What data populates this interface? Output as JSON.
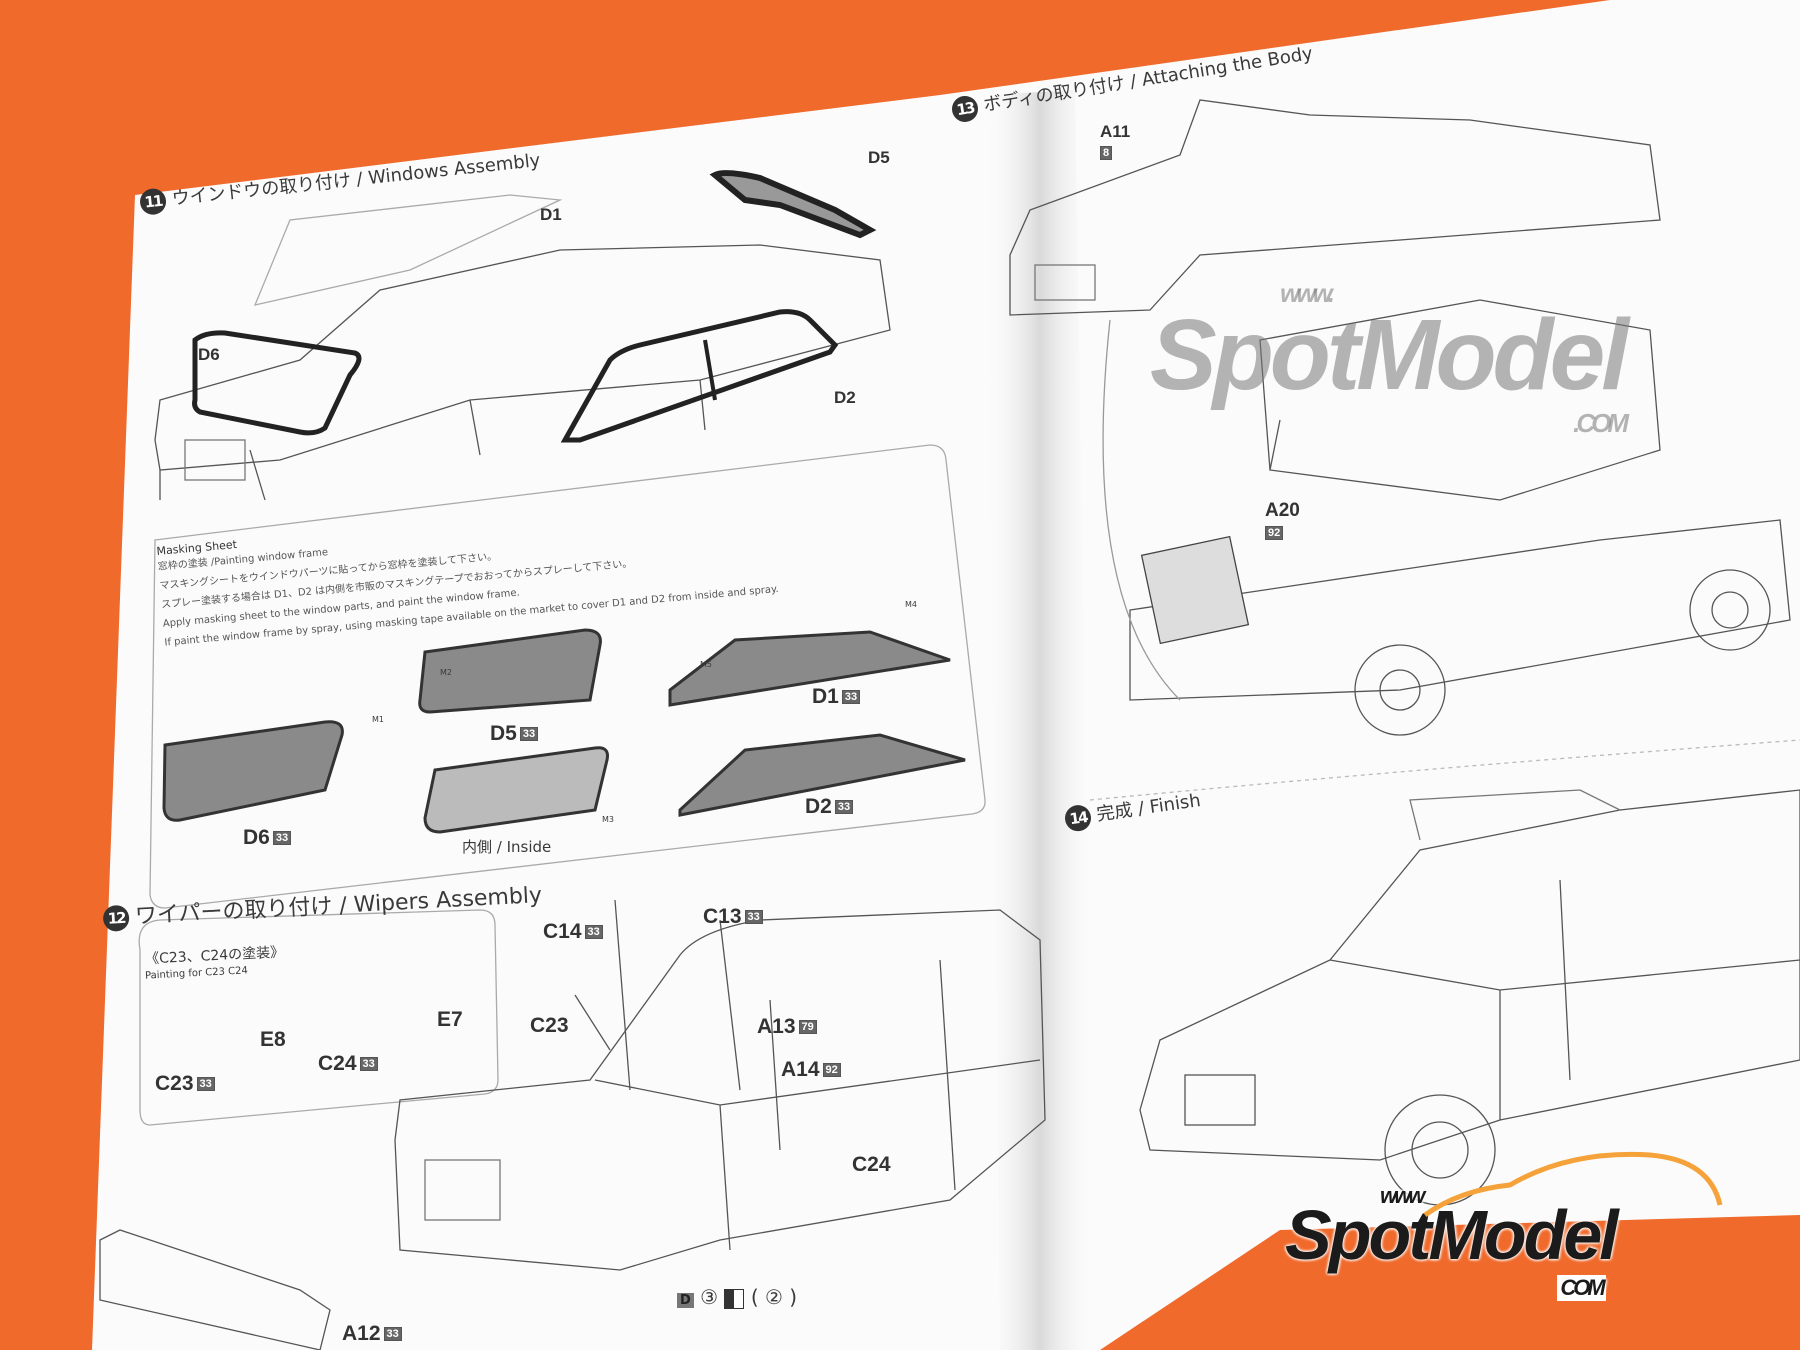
{
  "colors": {
    "background": "#f06a2c",
    "paper": "#fbfbfb",
    "ink": "#333333",
    "logo_accent": "#f5a23a"
  },
  "step11": {
    "number": "11",
    "title": "ウインドウの取り付け / Windows Assembly",
    "parts": {
      "d1": "D1",
      "d5": "D5",
      "d6": "D6",
      "d2": "D2"
    }
  },
  "masking": {
    "heading": "Masking Sheet",
    "lines": [
      "窓枠の塗装 /Painting window frame",
      "マスキングシートをウインドウパーツに貼ってから窓枠を塗装して下さい。",
      "スプレー塗装する場合は D1、D2 は内側を市販のマスキングテープでおおってからスプレーして下さい。",
      "Apply masking sheet to the window parts, and paint the window frame.",
      "If paint the window frame by spray, using masking tape available on the market to cover D1 and D2 from inside and spray."
    ],
    "parts": [
      {
        "name": "D1",
        "code": "33",
        "mark": "M4"
      },
      {
        "name": "D5",
        "code": "33",
        "mark": "M2"
      },
      {
        "name": "D6",
        "code": "33",
        "mark": "M1"
      },
      {
        "name": "D2",
        "code": "33",
        "mark": "M5"
      }
    ],
    "mark_m3": "M3",
    "inside": "内側 / Inside"
  },
  "step12": {
    "number": "12",
    "title": "ワイパーの取り付け / Wipers Assembly",
    "painting": {
      "heading": "《C23、C24の塗装》",
      "subheading": "Painting for C23 C24",
      "c23": "C23",
      "c23_code": "33",
      "e8": "E8",
      "c24": "C24",
      "c24_code": "33",
      "e7": "E7"
    },
    "parts": {
      "c14": "C14",
      "c14_code": "33",
      "c13": "C13",
      "c13_code": "33",
      "c23": "C23",
      "a13": "A13",
      "a13_code": "79",
      "a14": "A14",
      "a14_code": "92",
      "c24": "C24",
      "a12": "A12",
      "a12_code": "33"
    },
    "decal": {
      "letter": "D",
      "num": "③",
      "paren": "( ② )"
    }
  },
  "step13": {
    "number": "13",
    "title": "ボディの取り付け / Attaching the Body",
    "parts": {
      "a11": "A11",
      "a11_code": "8",
      "a20": "A20",
      "a20_code": "92"
    }
  },
  "step14": {
    "number": "14",
    "title": "完成 / Finish"
  },
  "watermark": {
    "www": "www.",
    "brand": "SpotModel",
    "tld": ".COM"
  },
  "logo": {
    "www": "www",
    "brand": "SpotModel",
    "tld": "COM"
  }
}
